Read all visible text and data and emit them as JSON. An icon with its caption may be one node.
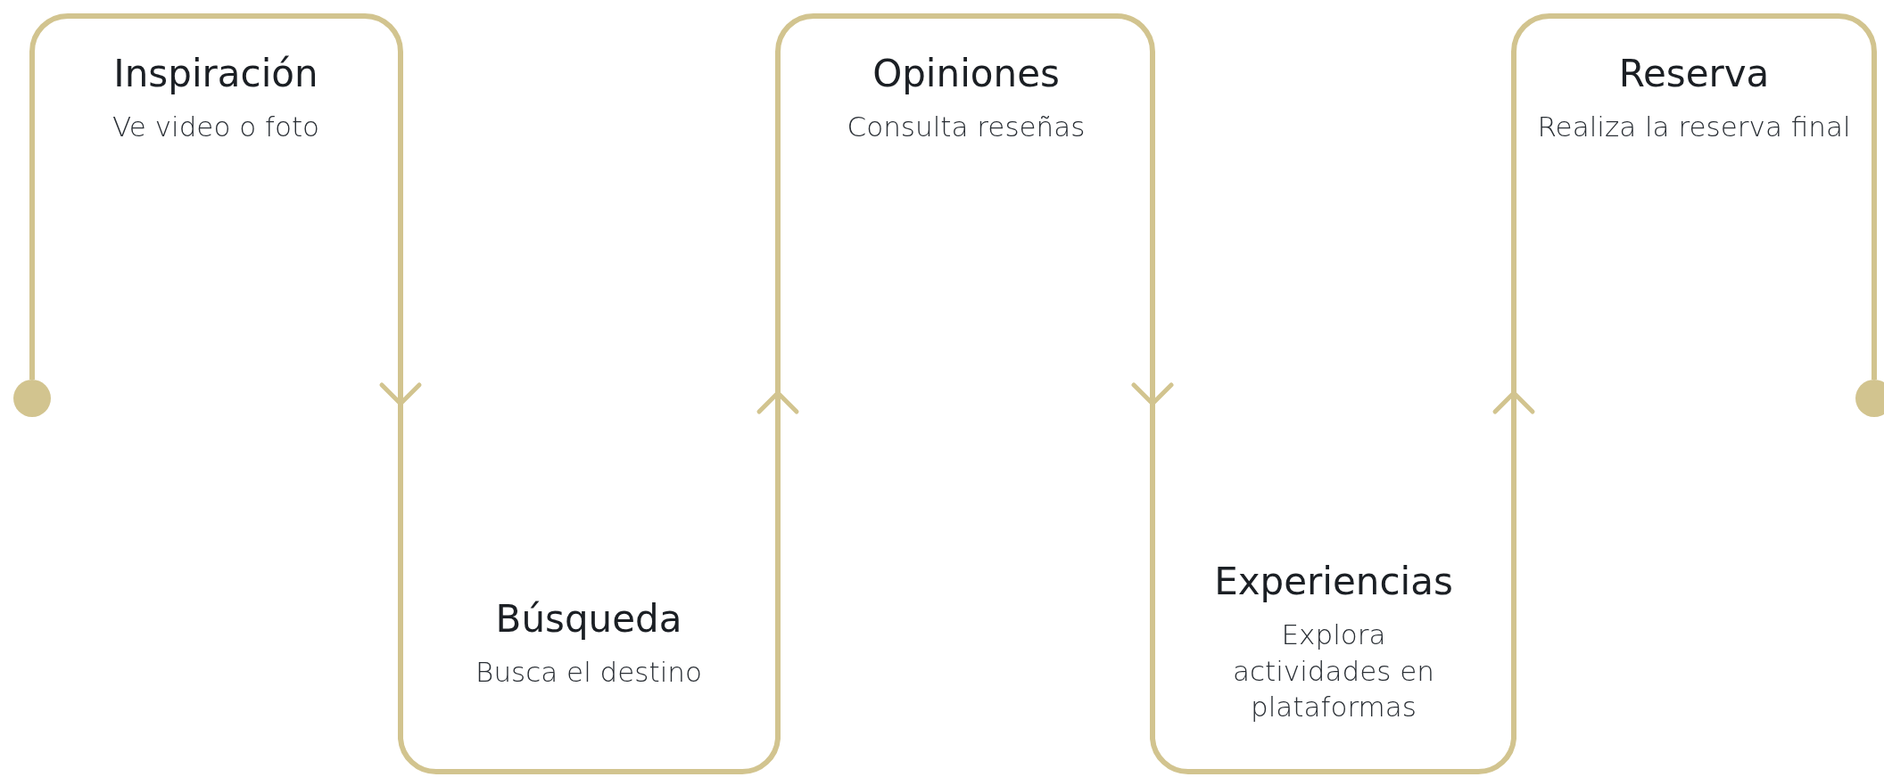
{
  "diagram": {
    "nodes": [
      {
        "text": [
          "Inspiración",
          "Ve video o foto"
        ]
      },
      {
        "text": [
          "Búsqueda",
          "Busca el destino"
        ]
      },
      {
        "text": [
          "Opiniones",
          "Consulta reseñas"
        ]
      },
      {
        "text": [
          "Experiencias",
          "Explora actividades en plataformas"
        ]
      },
      {
        "text": [
          "Reserva",
          "Realiza la reserva final"
        ]
      },
      {
        "text": [],
        "shape": "circle"
      },
      {
        "text": [],
        "shape": "circle"
      }
    ],
    "edges": [
      {
        "from": 5,
        "to": 6,
        "arrow": "to"
      }
    ]
  }
}
